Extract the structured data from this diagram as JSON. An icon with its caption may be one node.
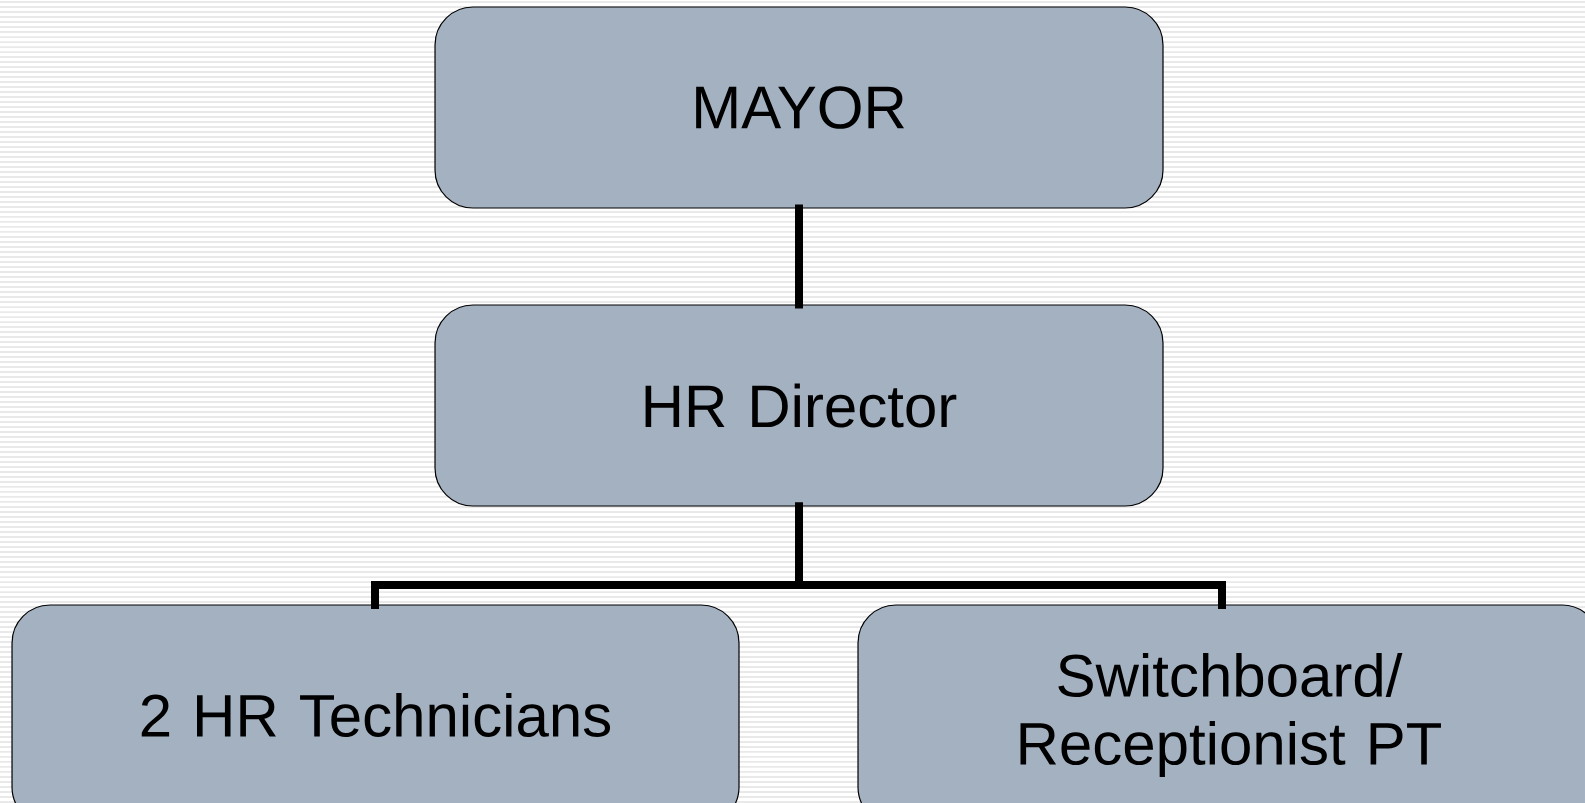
{
  "diagram": {
    "nodes": [
      {
        "text": [
          "MAYOR"
        ]
      },
      {
        "text": [
          "HR Director"
        ]
      },
      {
        "text": [
          "2 HR Technicians"
        ]
      },
      {
        "text": [
          "Switchboard/ Receptionist PT"
        ]
      }
    ],
    "edges": [
      {
        "from": 0,
        "to": 1,
        "arrow": "none"
      },
      {
        "from": 1,
        "to": 2,
        "arrow": "none"
      },
      {
        "from": 1,
        "to": 3,
        "arrow": "none"
      }
    ]
  }
}
